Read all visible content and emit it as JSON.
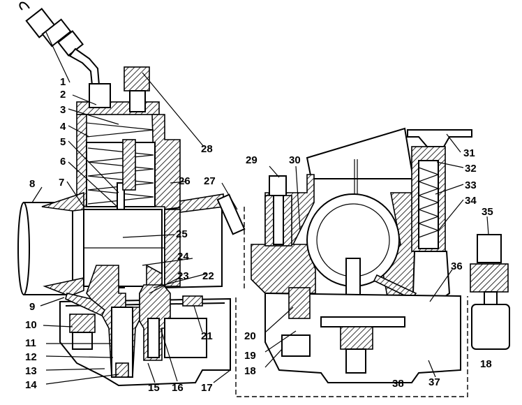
{
  "diagram": {
    "labels": [
      {
        "id": "l1",
        "text": "1"
      },
      {
        "id": "l2",
        "text": "2"
      },
      {
        "id": "l3",
        "text": "3"
      },
      {
        "id": "l4",
        "text": "4"
      },
      {
        "id": "l5",
        "text": "5"
      },
      {
        "id": "l6",
        "text": "6"
      },
      {
        "id": "l7",
        "text": "7"
      },
      {
        "id": "l8",
        "text": "8"
      },
      {
        "id": "l9",
        "text": "9"
      },
      {
        "id": "l10",
        "text": "10"
      },
      {
        "id": "l11",
        "text": "11"
      },
      {
        "id": "l12",
        "text": "12"
      },
      {
        "id": "l13",
        "text": "13"
      },
      {
        "id": "l14",
        "text": "14"
      },
      {
        "id": "l15",
        "text": "15"
      },
      {
        "id": "l16",
        "text": "16"
      },
      {
        "id": "l17",
        "text": "17"
      },
      {
        "id": "l18a",
        "text": "18"
      },
      {
        "id": "l18b",
        "text": "18"
      },
      {
        "id": "l19",
        "text": "19"
      },
      {
        "id": "l20",
        "text": "20"
      },
      {
        "id": "l21",
        "text": "21"
      },
      {
        "id": "l22",
        "text": "22"
      },
      {
        "id": "l23",
        "text": "23"
      },
      {
        "id": "l24",
        "text": "24"
      },
      {
        "id": "l25",
        "text": "25"
      },
      {
        "id": "l26",
        "text": "26"
      },
      {
        "id": "l27",
        "text": "27"
      },
      {
        "id": "l28",
        "text": "28"
      },
      {
        "id": "l29",
        "text": "29"
      },
      {
        "id": "l30",
        "text": "30"
      },
      {
        "id": "l31",
        "text": "31"
      },
      {
        "id": "l32",
        "text": "32"
      },
      {
        "id": "l33",
        "text": "33"
      },
      {
        "id": "l34",
        "text": "34"
      },
      {
        "id": "l35",
        "text": "35"
      },
      {
        "id": "l36",
        "text": "36"
      },
      {
        "id": "l37",
        "text": "37"
      },
      {
        "id": "l38",
        "text": "38"
      }
    ]
  }
}
